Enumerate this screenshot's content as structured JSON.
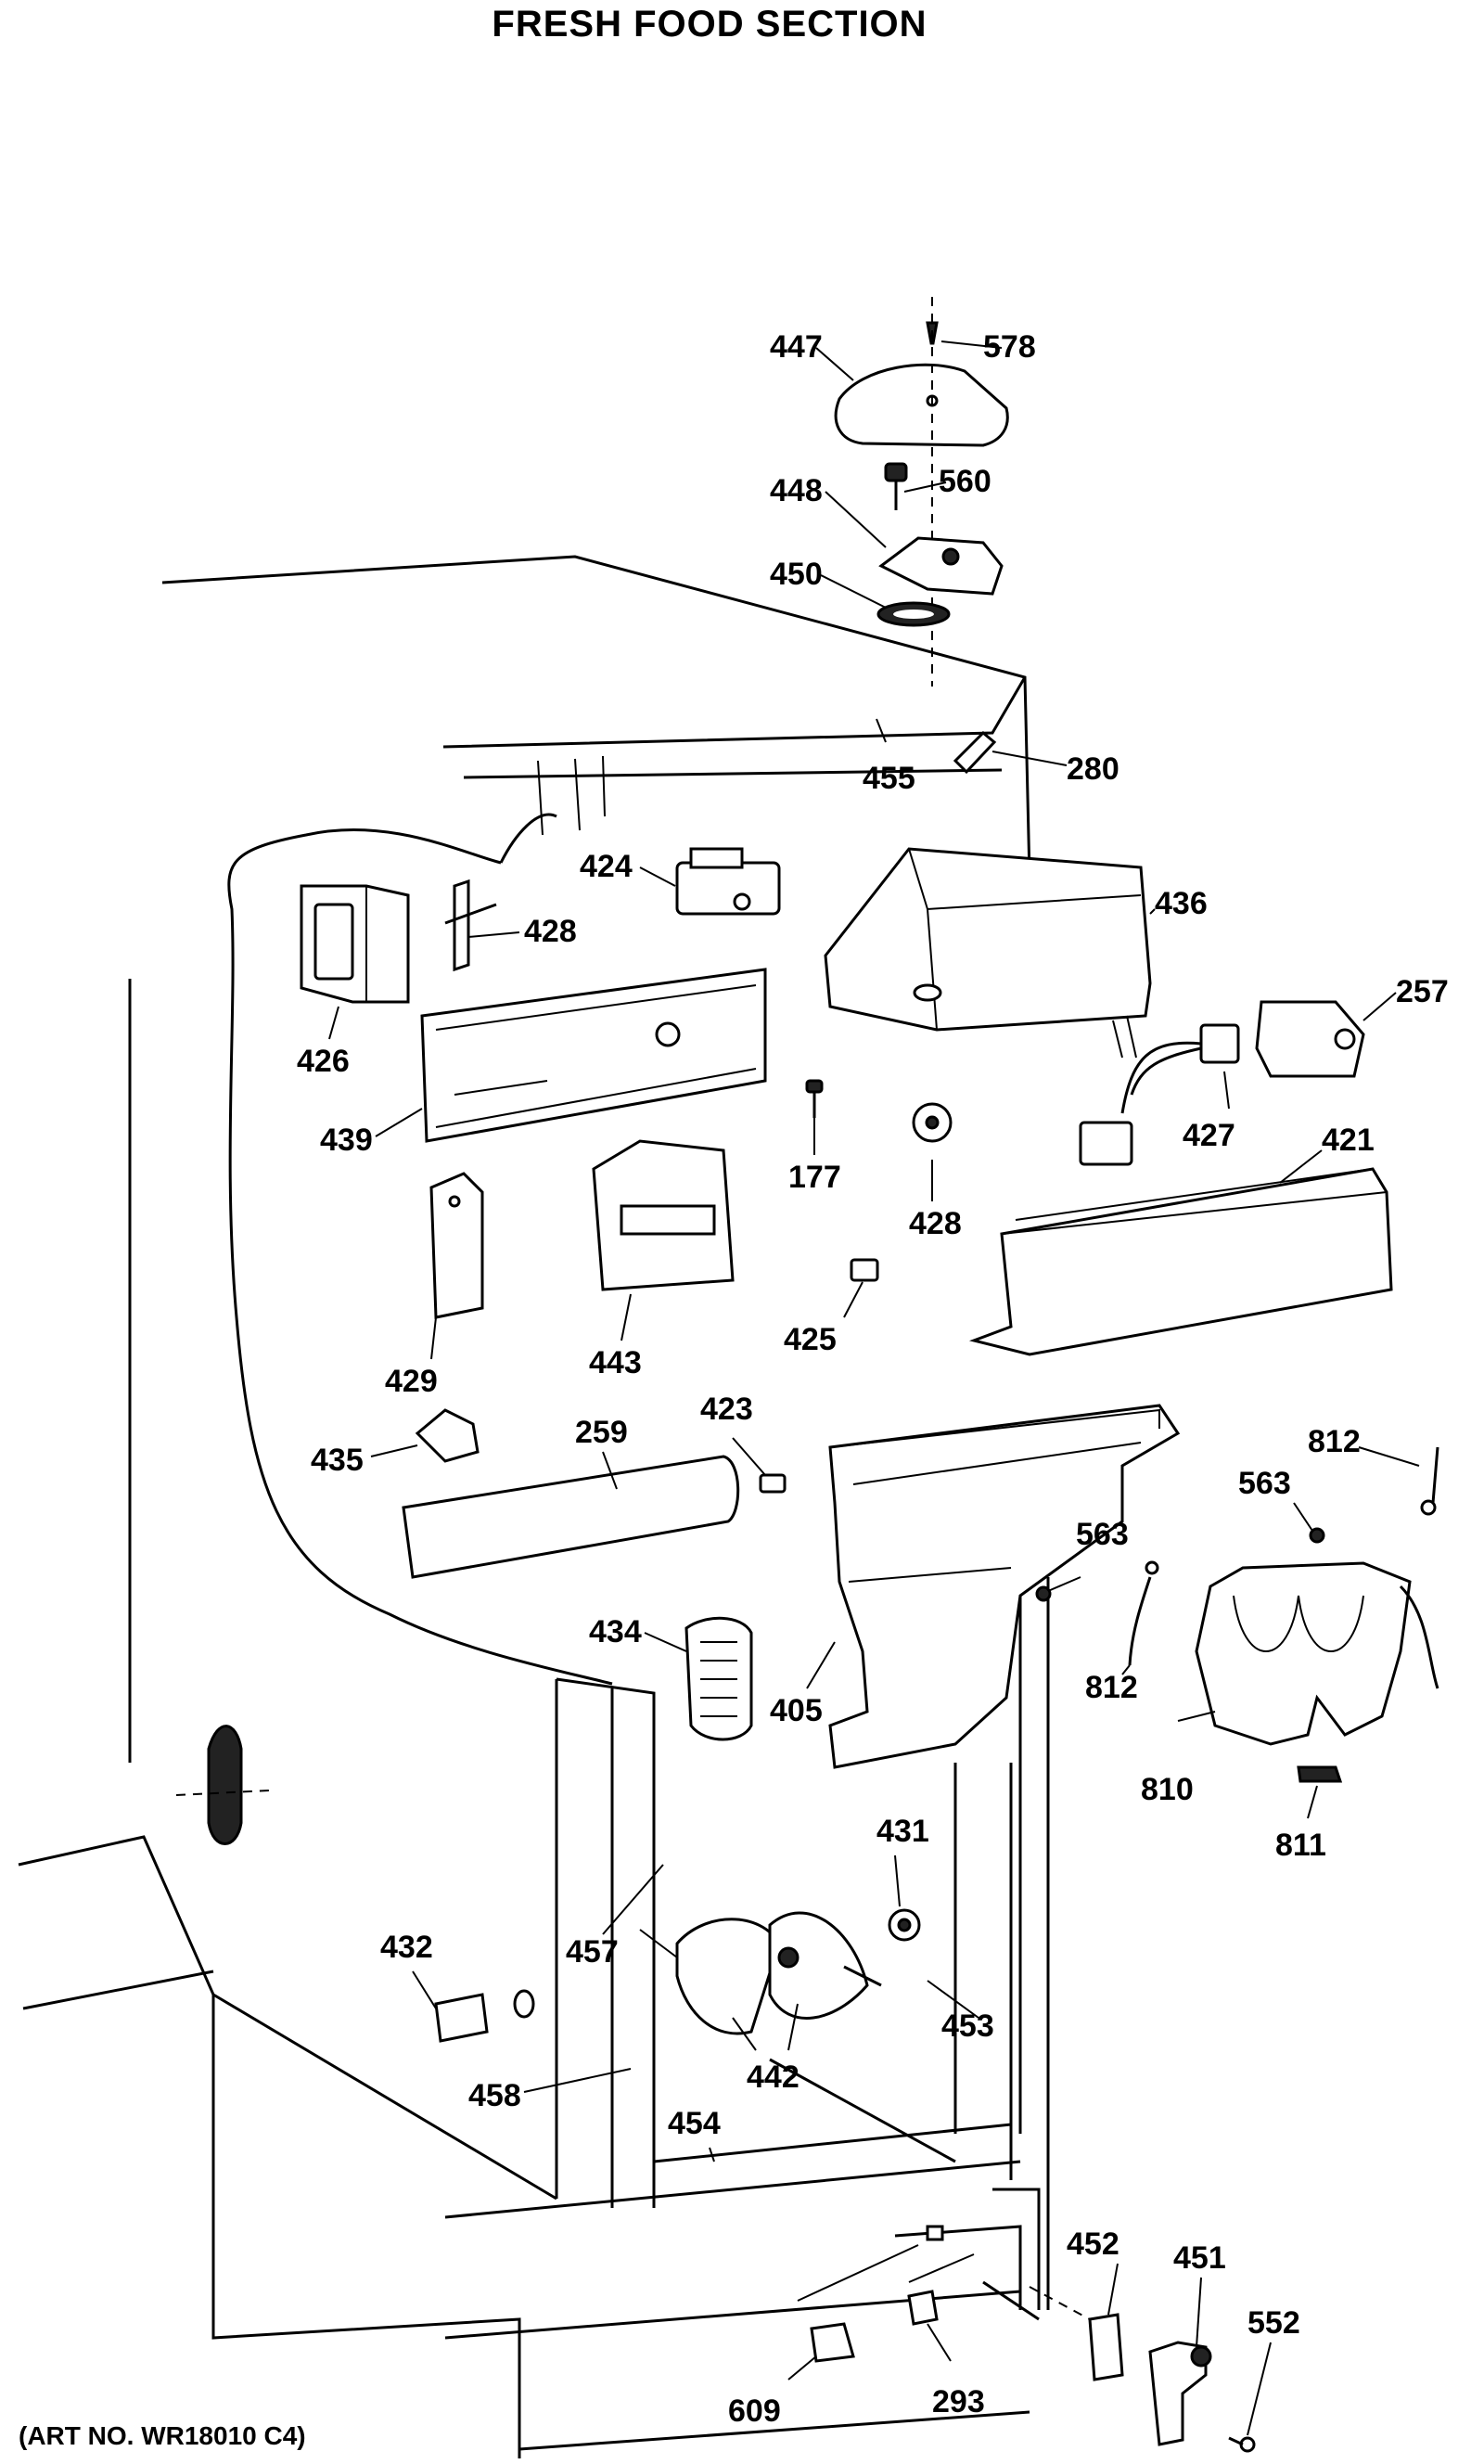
{
  "title": "FRESH FOOD SECTION",
  "art_number": "(ART NO. WR18010 C4)",
  "callouts": [
    {
      "id": "c447",
      "text": "447"
    },
    {
      "id": "c578",
      "text": "578"
    },
    {
      "id": "c448",
      "text": "448"
    },
    {
      "id": "c560",
      "text": "560"
    },
    {
      "id": "c450",
      "text": "450"
    },
    {
      "id": "c455",
      "text": "455"
    },
    {
      "id": "c280",
      "text": "280"
    },
    {
      "id": "c424",
      "text": "424"
    },
    {
      "id": "c428a",
      "text": "428"
    },
    {
      "id": "c436",
      "text": "436"
    },
    {
      "id": "c257",
      "text": "257"
    },
    {
      "id": "c426",
      "text": "426"
    },
    {
      "id": "c439",
      "text": "439"
    },
    {
      "id": "c177",
      "text": "177"
    },
    {
      "id": "c428b",
      "text": "428"
    },
    {
      "id": "c427",
      "text": "427"
    },
    {
      "id": "c421",
      "text": "421"
    },
    {
      "id": "c429",
      "text": "429"
    },
    {
      "id": "c443",
      "text": "443"
    },
    {
      "id": "c425",
      "text": "425"
    },
    {
      "id": "c435",
      "text": "435"
    },
    {
      "id": "c259",
      "text": "259"
    },
    {
      "id": "c423",
      "text": "423"
    },
    {
      "id": "c812a",
      "text": "812"
    },
    {
      "id": "c563a",
      "text": "563"
    },
    {
      "id": "c563b",
      "text": "563"
    },
    {
      "id": "c434",
      "text": "434"
    },
    {
      "id": "c405",
      "text": "405"
    },
    {
      "id": "c812b",
      "text": "812"
    },
    {
      "id": "c810",
      "text": "810"
    },
    {
      "id": "c811",
      "text": "811"
    },
    {
      "id": "c431",
      "text": "431"
    },
    {
      "id": "c432",
      "text": "432"
    },
    {
      "id": "c457",
      "text": "457"
    },
    {
      "id": "c453",
      "text": "453"
    },
    {
      "id": "c458",
      "text": "458"
    },
    {
      "id": "c454",
      "text": "454"
    },
    {
      "id": "c442",
      "text": "442"
    },
    {
      "id": "c452",
      "text": "452"
    },
    {
      "id": "c451",
      "text": "451"
    },
    {
      "id": "c552",
      "text": "552"
    },
    {
      "id": "c609",
      "text": "609"
    },
    {
      "id": "c293",
      "text": "293"
    }
  ]
}
